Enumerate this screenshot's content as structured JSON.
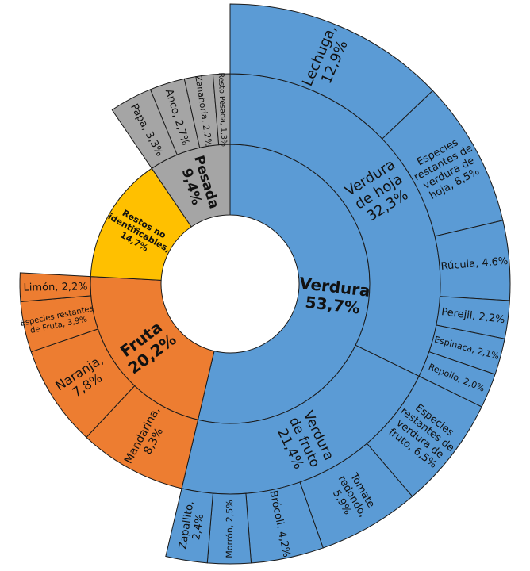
{
  "chart_data": {
    "type": "sunburst",
    "title": "",
    "categories": [
      {
        "name": "Verdura",
        "label": [
          "Verdura",
          "53,7%"
        ],
        "value": 53.7,
        "color": "#5B9BD5",
        "bold": true,
        "children": [
          {
            "name": "Verdura de hoja",
            "label": [
              "Verdura",
              "de hoja",
              "32,3%"
            ],
            "value": 32.3,
            "children": [
              {
                "name": "Lechuga",
                "label": [
                  "Lechuga,",
                  "12,9%"
                ],
                "value": 12.9
              },
              {
                "name": "Especies restantes de verdura de hoja",
                "label": [
                  "Especies",
                  "restantes de",
                  "verdura de",
                  "hoja, 8,5%"
                ],
                "value": 8.5
              },
              {
                "name": "Rúcula",
                "label": [
                  "Rúcula, 4,6%"
                ],
                "value": 4.6
              },
              {
                "name": "Perejil",
                "label": [
                  "Perejil, 2,2%"
                ],
                "value": 2.2
              },
              {
                "name": "Espinaca",
                "label": [
                  "Espinaca, 2,1%"
                ],
                "value": 2.1
              },
              {
                "name": "Repollo",
                "label": [
                  "Repollo, 2,0%"
                ],
                "value": 2.0
              }
            ]
          },
          {
            "name": "Verdura de fruto",
            "label": [
              "Verdura",
              "de fruto",
              "21,4%"
            ],
            "value": 21.4,
            "children": [
              {
                "name": "Especies restantes de verdura de fruto",
                "label": [
                  "Especies",
                  "restantes de",
                  "verdura de",
                  "fruto, 6,5%"
                ],
                "value": 6.5
              },
              {
                "name": "Tomate redondo",
                "label": [
                  "Tomate",
                  "redondo,",
                  "5,9%"
                ],
                "value": 5.9
              },
              {
                "name": "Brócoli",
                "label": [
                  "Brócoli, 4,2%"
                ],
                "value": 4.2
              },
              {
                "name": "Morrón",
                "label": [
                  "Morrón, 2,5%"
                ],
                "value": 2.5
              },
              {
                "name": "Zapallito",
                "label": [
                  "Zapallito,",
                  "2,4%"
                ],
                "value": 2.4
              }
            ]
          }
        ]
      },
      {
        "name": "Fruta",
        "label": [
          "Fruta",
          "20,2%"
        ],
        "value": 20.2,
        "color": "#ED7D31",
        "bold": true,
        "children": [
          {
            "name": "Mandarina",
            "label": [
              "Mandarina,",
              "8,3%"
            ],
            "value": 8.3
          },
          {
            "name": "Naranja",
            "label": [
              "Naranja,",
              "7,8%"
            ],
            "value": 7.8
          },
          {
            "name": "Especies restantes de Fruta",
            "label": [
              "Especies restantes",
              "de Fruta, 3,9%"
            ],
            "value": 3.9
          },
          {
            "name": "Limón",
            "label": [
              "Limón, 2,2%"
            ],
            "value": 2.2
          }
        ]
      },
      {
        "name": "Restos no identificables",
        "label": [
          "Restos no",
          "identificables,",
          "14,7%"
        ],
        "value": 14.7,
        "color": "#FFC000",
        "bold": true,
        "children": []
      },
      {
        "name": "Pesada",
        "label": [
          "Pesada",
          "9,4%"
        ],
        "value": 9.4,
        "color": "#A5A5A5",
        "bold": true,
        "children": [
          {
            "name": "Papa",
            "label": [
              "Papa, 3,3%"
            ],
            "value": 3.3
          },
          {
            "name": "Anco",
            "label": [
              "Anco, 2,7%"
            ],
            "value": 2.7
          },
          {
            "name": "Zanahoria",
            "label": [
              "Zanahoria, 2,2%"
            ],
            "value": 2.2
          },
          {
            "name": "Resto Pesada",
            "label": [
              "Resto Pesada, 1,3%"
            ],
            "value": 1.3
          }
        ]
      }
    ]
  }
}
